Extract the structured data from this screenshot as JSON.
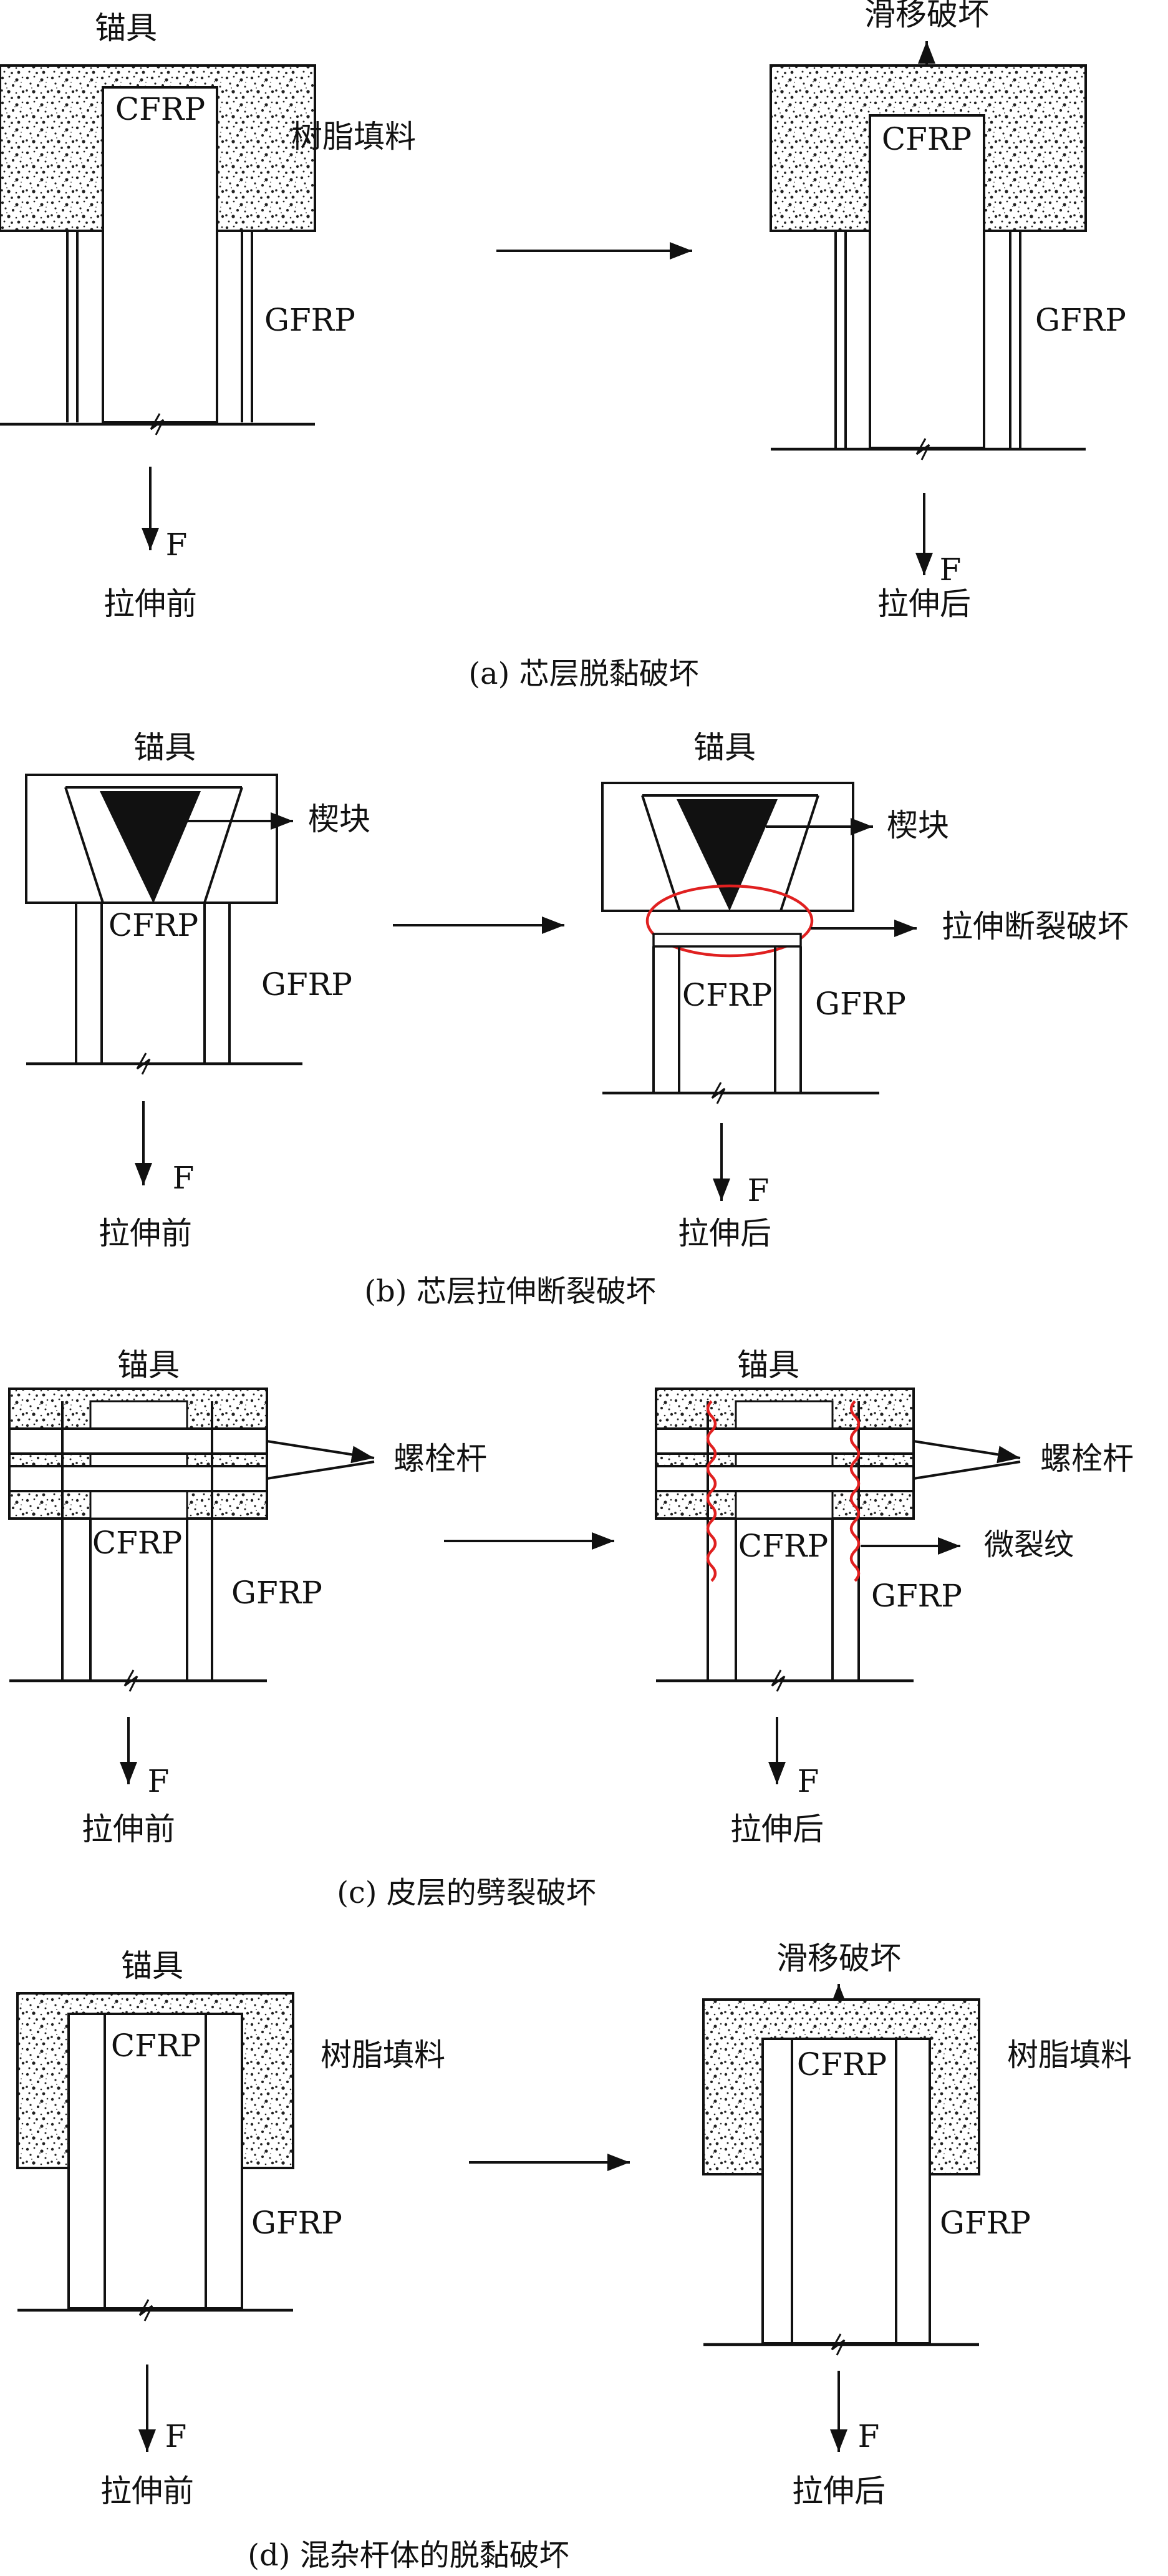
{
  "colors": {
    "line": "#111111",
    "crack": "#e02020",
    "background": "#ffffff"
  },
  "panel_a": {
    "caption": "(a) 芯层脱黏破坏",
    "before": {
      "anchor": "锚具",
      "core": "CFRP",
      "resin": "树脂填料",
      "shell": "GFRP",
      "force": "F",
      "state": "拉伸前"
    },
    "after": {
      "failure": "滑移破坏",
      "core": "CFRP",
      "shell": "GFRP",
      "force": "F",
      "state": "拉伸后"
    }
  },
  "panel_b": {
    "caption": "(b) 芯层拉伸断裂破坏",
    "before": {
      "anchor": "锚具",
      "wedge": "楔块",
      "core": "CFRP",
      "shell": "GFRP",
      "force": "F",
      "state": "拉伸前"
    },
    "after": {
      "anchor": "锚具",
      "wedge": "楔块",
      "failure": "拉伸断裂破坏",
      "core": "CFRP",
      "shell": "GFRP",
      "force": "F",
      "state": "拉伸后"
    }
  },
  "panel_c": {
    "caption": "(c) 皮层的劈裂破坏",
    "before": {
      "anchor": "锚具",
      "bolt": "螺栓杆",
      "core": "CFRP",
      "shell": "GFRP",
      "force": "F",
      "state": "拉伸前"
    },
    "after": {
      "anchor": "锚具",
      "bolt": "螺栓杆",
      "crack": "微裂纹",
      "core": "CFRP",
      "shell": "GFRP",
      "force": "F",
      "state": "拉伸后"
    }
  },
  "panel_d": {
    "caption": "(d) 混杂杆体的脱黏破坏",
    "before": {
      "anchor": "锚具",
      "core": "CFRP",
      "resin": "树脂填料",
      "shell": "GFRP",
      "force": "F",
      "state": "拉伸前"
    },
    "after": {
      "failure": "滑移破坏",
      "core": "CFRP",
      "resin": "树脂填料",
      "shell": "GFRP",
      "force": "F",
      "state": "拉伸后"
    }
  }
}
